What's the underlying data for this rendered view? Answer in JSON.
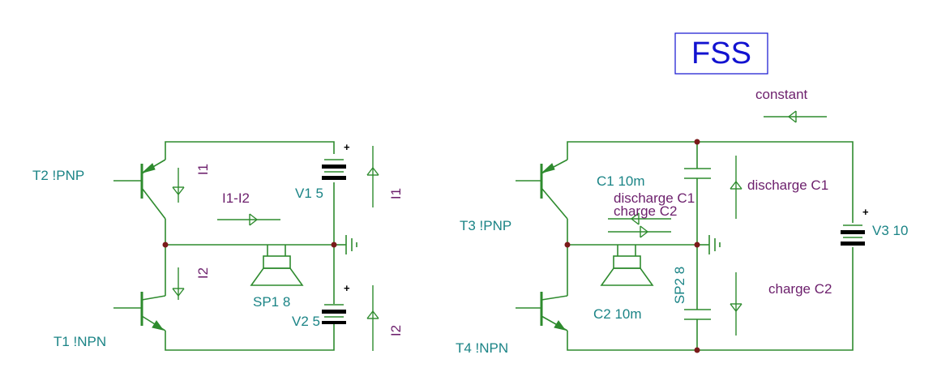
{
  "title": "FSS",
  "colors": {
    "wire": "#2e8b2e",
    "component_label": "#1b8486",
    "current_label": "#6c1f6c",
    "junction": "#7a1a1a",
    "title": "#1212d0"
  },
  "left_circuit": {
    "components": {
      "t2": "T2 !PNP",
      "t1": "T1 !NPN",
      "v1": "V1 5",
      "v2": "V2 5",
      "sp1": "SP1 8"
    },
    "currents": {
      "i1_a": "I1",
      "i1_b": "I1",
      "i2_a": "I2",
      "i2_b": "I2",
      "i1_minus_i2": "I1-I2"
    }
  },
  "right_circuit": {
    "components": {
      "t3": "T3 !PNP",
      "t4": "T4 !NPN",
      "c1": "C1 10m",
      "c2": "C2 10m",
      "sp2": "SP2 8",
      "v3": "V3 10"
    },
    "currents": {
      "constant": "constant",
      "discharge_c1_a": "discharge C1",
      "charge_c2_a": "charge C2",
      "discharge_c1_b": "discharge C1",
      "charge_c2_b": "charge C2"
    }
  },
  "polarity": {
    "plus": "+"
  }
}
